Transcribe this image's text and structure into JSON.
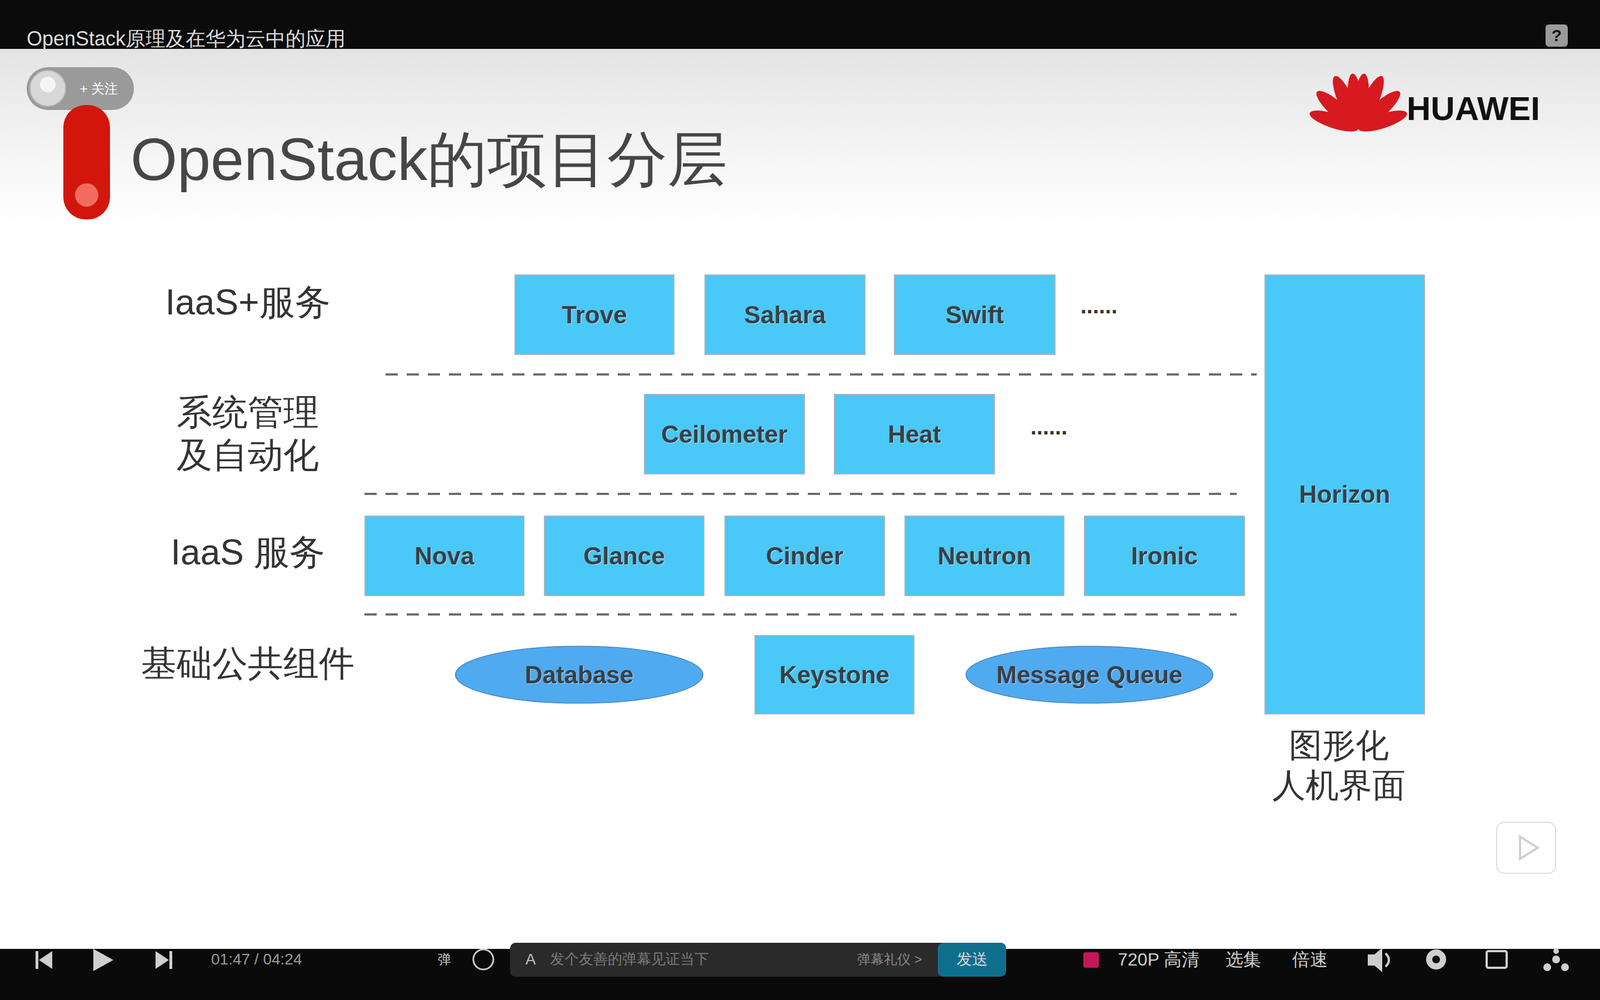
{
  "diagram": {
    "title": "OpenStack的项目分层",
    "nodes": [
      {
        "text": [
          "Trove"
        ]
      },
      {
        "text": [
          "Sahara"
        ]
      },
      {
        "text": [
          "Swift"
        ]
      },
      {
        "text": [
          "Horizon"
        ]
      },
      {
        "text": [
          "Ceilometer"
        ]
      },
      {
        "text": [
          "Heat"
        ]
      },
      {
        "text": [
          "Nova"
        ]
      },
      {
        "text": [
          "Glance"
        ]
      },
      {
        "text": [
          "Cinder"
        ]
      },
      {
        "text": [
          "Neutron"
        ]
      },
      {
        "text": [
          "Ironic"
        ]
      },
      {
        "text": [
          "Database"
        ]
      },
      {
        "text": [
          "Keystone"
        ]
      },
      {
        "text": [
          "Message Queue"
        ]
      }
    ],
    "edges": [],
    "labels": [
      "OpenStack原理及在华为云中的应用",
      "+ 关注",
      "HUAWEI",
      "IaaS+服务",
      "系统管理 及自动化",
      "IaaS 服务",
      "基础公共组件",
      "......",
      "......",
      "图形化 人机界面",
      "?",
      "01:47 / 04:24",
      "弹",
      "A",
      "发个友善的弹幕见证当下",
      "弹幕礼仪 >",
      "发送",
      "720P 高清",
      "选集",
      "倍速"
    ]
  }
}
